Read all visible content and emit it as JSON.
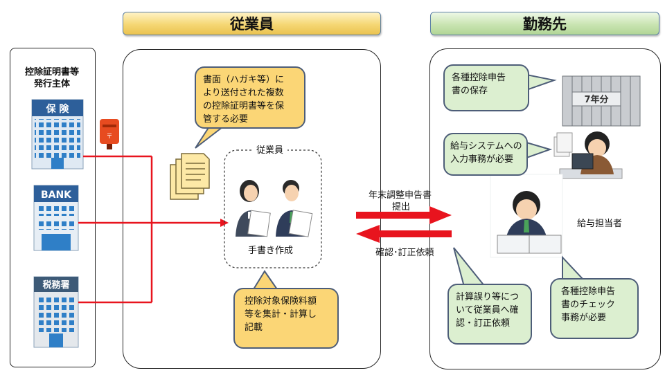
{
  "headers": {
    "employee": "従業員",
    "workplace": "勤務先"
  },
  "issuers": {
    "title_line1": "控除証明書等",
    "title_line2": "発行主体",
    "insurance_sign": "保 険",
    "bank_sign": "BANK",
    "tax_office_sign": "税務署"
  },
  "employee": {
    "bubble_mail_1": "書面（ハガキ等）に",
    "bubble_mail_2": "より送付された複数",
    "bubble_mail_3": "の控除証明書等を保",
    "bubble_mail_4": "管する必要",
    "group_label": "従業員",
    "handwrite_label": "手書き作成",
    "bubble_calc_1": "控除対象保険料額",
    "bubble_calc_2": "等を集計・計算し",
    "bubble_calc_3": "記載"
  },
  "flow": {
    "submit_line1": "年末調整申告書",
    "submit_line2": "提出",
    "return_label": "確認･訂正依頼"
  },
  "workplace": {
    "bubble_storage_1": "各種控除申告",
    "bubble_storage_2": "書の保存",
    "binder_label": "7年分",
    "bubble_system_1": "給与システムへの",
    "bubble_system_2": "入力事務が必要",
    "payroll_label": "給与担当者",
    "bubble_error_1": "計算誤り等につ",
    "bubble_error_2": "いて従業員へ確",
    "bubble_error_3": "認・訂正依頼",
    "bubble_check_1": "各種控除申告",
    "bubble_check_2": "書のチェック",
    "bubble_check_3": "事務が必要"
  },
  "colors": {
    "flow_red": "#e8141e",
    "employee_header": "#f5d774",
    "workplace_header": "#c9e4b2",
    "bubble_yellow": "#fbd676",
    "bubble_green": "#dcefd0",
    "bubble_border": "#4d5d78"
  }
}
